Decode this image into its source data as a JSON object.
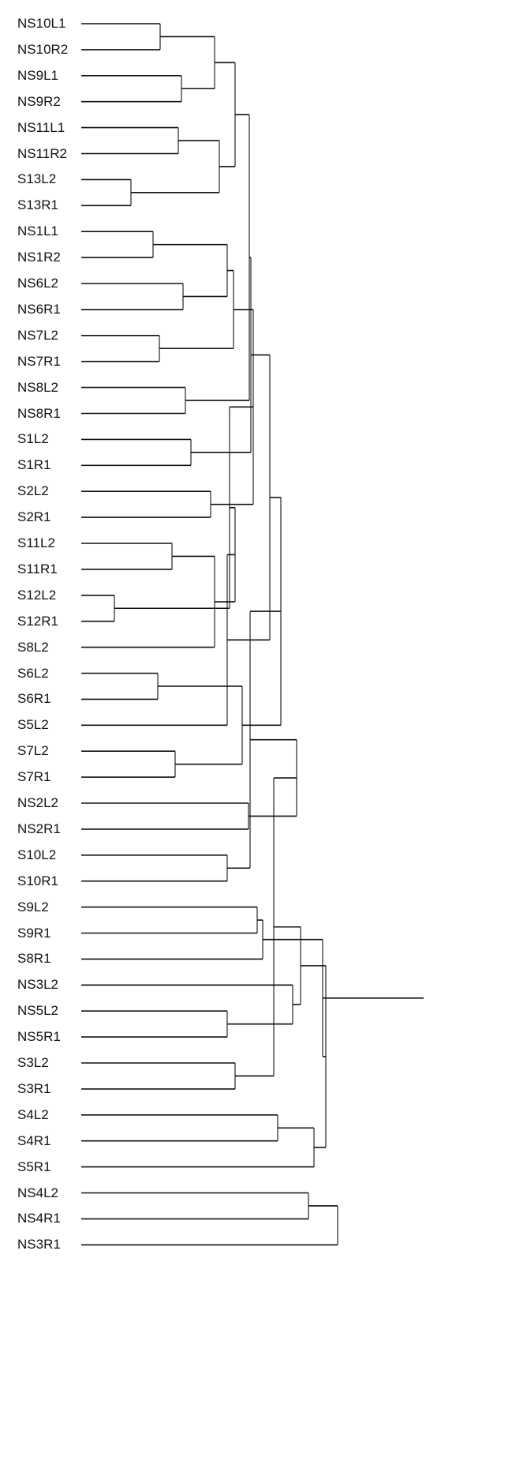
{
  "dendrogram": {
    "leaves": [
      "NS10L1",
      "NS10R2",
      "NS9L1",
      "NS9R2",
      "NS11L1",
      "NS11R2",
      "S13L2",
      "S13R1",
      "NS1L1",
      "NS1R2",
      "NS6L2",
      "NS6R1",
      "NS7L2",
      "NS7R1",
      "NS8L2",
      "NS8R1",
      "S1L2",
      "S1R1",
      "S2L2",
      "S2R1",
      "S11L2",
      "S11R1",
      "S12L2",
      "S12R1",
      "S8L2",
      "S6L2",
      "S6R1",
      "S5L2",
      "S7L2",
      "S7R1",
      "NS2L2",
      "NS2R1",
      "S10L2",
      "S10R1",
      "S9L2",
      "S9R1",
      "S8R1",
      "NS3L2",
      "NS5L2",
      "NS5R1",
      "S3L2",
      "S3R1",
      "S4L2",
      "S4R1",
      "S5R1",
      "NS4L2",
      "NS4R1",
      "NS3R1"
    ]
  }
}
